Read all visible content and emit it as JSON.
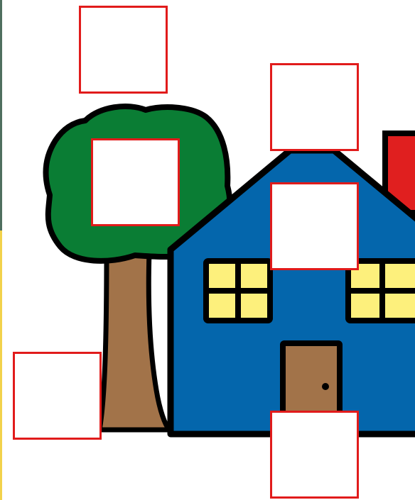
{
  "scene": {
    "subject": "house-and-tree-labeling-worksheet",
    "colors": {
      "outline": "#000000",
      "tree_leaves": "#0a7d34",
      "tree_trunk": "#a27349",
      "house_wall": "#0466ac",
      "window_glass": "#fdf07c",
      "door": "#a27349",
      "chimney": "#e01f1f",
      "label_box_border": "#e11b1b",
      "left_edge_top": "#4f6f5f",
      "left_edge_bottom": "#f2d24b"
    }
  },
  "label_boxes": [
    {
      "target": "sky",
      "text": ""
    },
    {
      "target": "roof",
      "text": ""
    },
    {
      "target": "tree",
      "text": ""
    },
    {
      "target": "wall",
      "text": ""
    },
    {
      "target": "trunk",
      "text": ""
    },
    {
      "target": "door",
      "text": ""
    }
  ]
}
